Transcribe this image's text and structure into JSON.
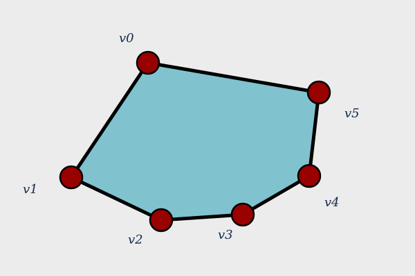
{
  "diagram": {
    "polygon_fill": "#80c3cf",
    "stroke_color": "#000000",
    "vertex_color": "#990000",
    "label_color": "#14284b",
    "vertices": [
      {
        "id": "v0",
        "label": "v0"
      },
      {
        "id": "v1",
        "label": "v1"
      },
      {
        "id": "v2",
        "label": "v2"
      },
      {
        "id": "v3",
        "label": "v3"
      },
      {
        "id": "v4",
        "label": "v4"
      },
      {
        "id": "v5",
        "label": "v5"
      }
    ]
  }
}
